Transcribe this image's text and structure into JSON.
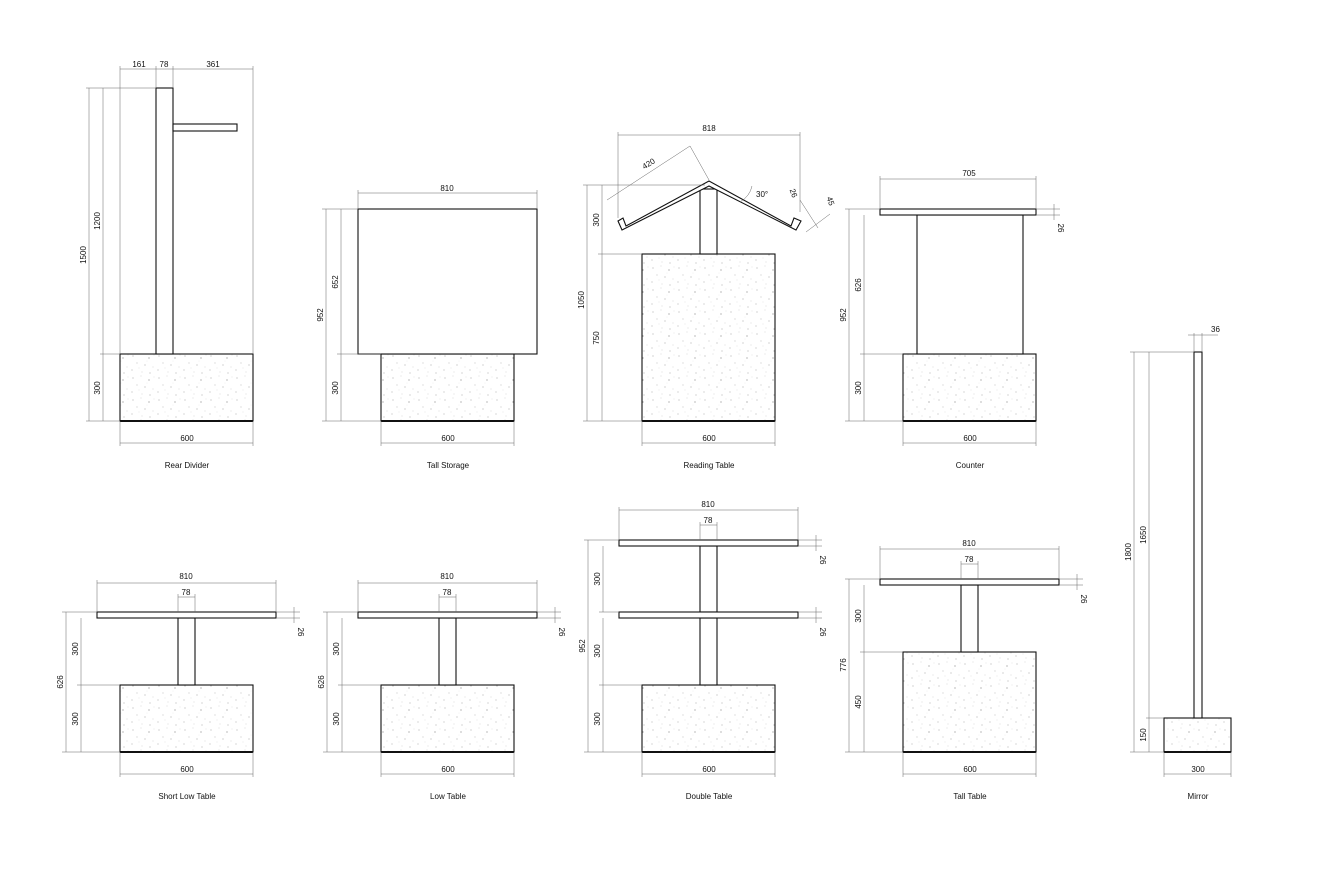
{
  "items": {
    "rear_divider": {
      "name": "Rear Divider",
      "d161": "161",
      "d78": "78",
      "d361": "361",
      "d1500": "1500",
      "d1200": "1200",
      "d300": "300",
      "d600": "600"
    },
    "tall_storage": {
      "name": "Tall Storage",
      "d810": "810",
      "d952": "952",
      "d652": "652",
      "d300": "300",
      "d600": "600"
    },
    "reading_table": {
      "name": "Reading Table",
      "d818": "818",
      "d420": "420",
      "d30deg": "30°",
      "d26": "26",
      "d45": "45",
      "d1050": "1050",
      "d300": "300",
      "d750": "750",
      "d600": "600"
    },
    "counter": {
      "name": "Counter",
      "d705": "705",
      "d26": "26",
      "d952": "952",
      "d626": "626",
      "d300": "300",
      "d600": "600"
    },
    "mirror": {
      "name": "Mirror",
      "d36": "36",
      "d1800": "1800",
      "d1650": "1650",
      "d150": "150",
      "d300": "300"
    },
    "short_low_table": {
      "name": "Short Low Table",
      "d810": "810",
      "d78": "78",
      "d26": "26",
      "d626": "626",
      "d300a": "300",
      "d300b": "300",
      "d600": "600"
    },
    "low_table": {
      "name": "Low Table",
      "d810": "810",
      "d78": "78",
      "d26": "26",
      "d626": "626",
      "d300a": "300",
      "d300b": "300",
      "d600": "600"
    },
    "double_table": {
      "name": "Double Table",
      "d810": "810",
      "d78": "78",
      "d26a": "26",
      "d26b": "26",
      "d952": "952",
      "d300a": "300",
      "d300b": "300",
      "d300c": "300",
      "d600": "600"
    },
    "tall_table": {
      "name": "Tall Table",
      "d810": "810",
      "d78": "78",
      "d26": "26",
      "d776": "776",
      "d300": "300",
      "d450": "450",
      "d600": "600"
    }
  }
}
